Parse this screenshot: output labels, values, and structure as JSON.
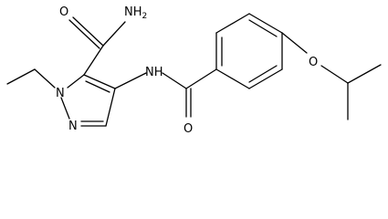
{
  "molecule": {
    "atoms": {
      "carbonyl_o_amide": "O",
      "amide_n_label": "NH",
      "amide_n_sub": "2",
      "pyrazole_n1": "N",
      "pyrazole_n2": "N",
      "nh_link": "NH",
      "carbonyl_o_benzamide": "O",
      "ether_o": "O"
    }
  }
}
